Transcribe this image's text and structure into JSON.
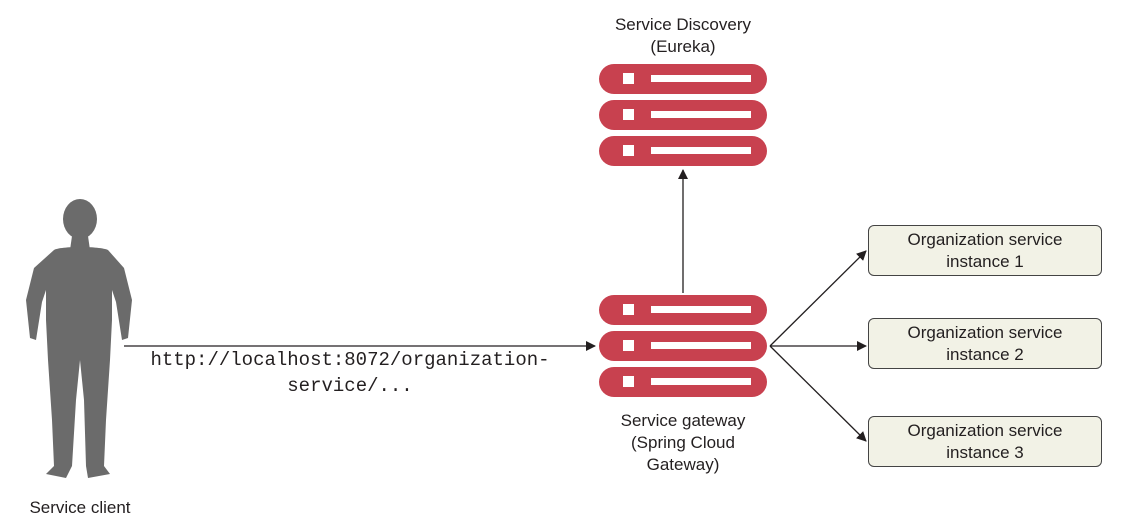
{
  "discovery": {
    "line1": "Service Discovery",
    "line2": "(Eureka)"
  },
  "gateway": {
    "line1": "Service gateway",
    "line2": "(Spring Cloud",
    "line3": "Gateway)"
  },
  "client": {
    "label": "Service client"
  },
  "request": {
    "line1": "http://localhost:8072/organization-",
    "line2": "service/..."
  },
  "instances": [
    {
      "line1": "Organization service",
      "line2": "instance 1"
    },
    {
      "line1": "Organization service",
      "line2": "instance 2"
    },
    {
      "line1": "Organization service",
      "line2": "instance 3"
    }
  ],
  "colors": {
    "server": "#c8414f",
    "person": "#6b6b6b",
    "instance_fill": "#f2f2e6"
  }
}
